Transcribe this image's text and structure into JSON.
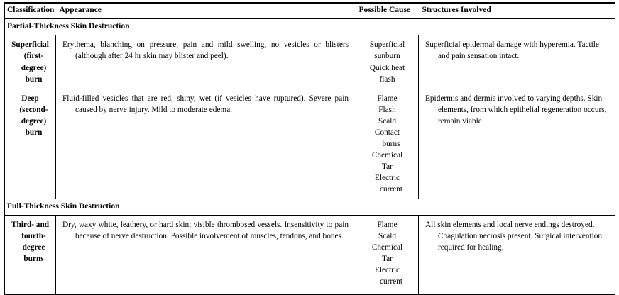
{
  "table": {
    "headers": {
      "classification": "Classification",
      "appearance": "Appearance",
      "possible_cause": "Possible Cause",
      "structures_involved": "Structures Involved"
    },
    "sections": [
      {
        "label": "Partial-Thickness Skin Destruction"
      },
      {
        "label": "Full-Thickness Skin Destruction"
      }
    ],
    "rows": [
      {
        "classification_lines": [
          "Superficial",
          "(first-",
          "degree)",
          "burn"
        ],
        "appearance_first": "Erythema, blanching on pressure, pain and mild swelling, no  vesicles or blisters",
        "appearance_rest": "(although after 24 hr skin may blister and peel).",
        "cause_lines": [
          "Superficial",
          "sunburn",
          "Quick heat",
          "flash"
        ],
        "structures_first": "Superficial epidermal damage with hyperemia. Tactile",
        "structures_rest": "and pain sensation intact."
      },
      {
        "classification_lines": [
          "Deep",
          "(second-",
          "degree)",
          "burn"
        ],
        "appearance_first": "Fluid-filled vesicles that are red, shiny, wet (if vesicles have ruptured). Severe pain",
        "appearance_rest": "caused by nerve injury. Mild to moderate edema.",
        "cause_lines": [
          "Flame",
          "Flash",
          "Scald",
          "Contact",
          "burns",
          "Chemical",
          "Tar",
          "Electric",
          "current"
        ],
        "structures_first": "Epidermis and dermis involved to varying depths. Skin",
        "structures_rest": "elements, from which epithelial regeneration occurs, remain viable."
      },
      {
        "classification_lines": [
          "Third- and",
          "fourth-",
          "degree",
          "burns"
        ],
        "appearance_first": "Dry, waxy white, leathery, or hard skin; visible thrombosed vessels. Insensitivity to",
        "appearance_rest": "pain because of nerve destruction. Possible involvement of muscles, tendons, and bones.",
        "cause_lines": [
          "Flame",
          "Scald",
          "Chemical",
          "Tar",
          "Electric",
          "current"
        ],
        "structures_first": "All skin elements and local nerve endings destroyed.",
        "structures_rest": "Coagulation necrosis present. Surgical intervention required for healing."
      }
    ]
  },
  "style": {
    "text_color": "#000000",
    "background": "#ffffff",
    "rule_color": "#000000"
  }
}
